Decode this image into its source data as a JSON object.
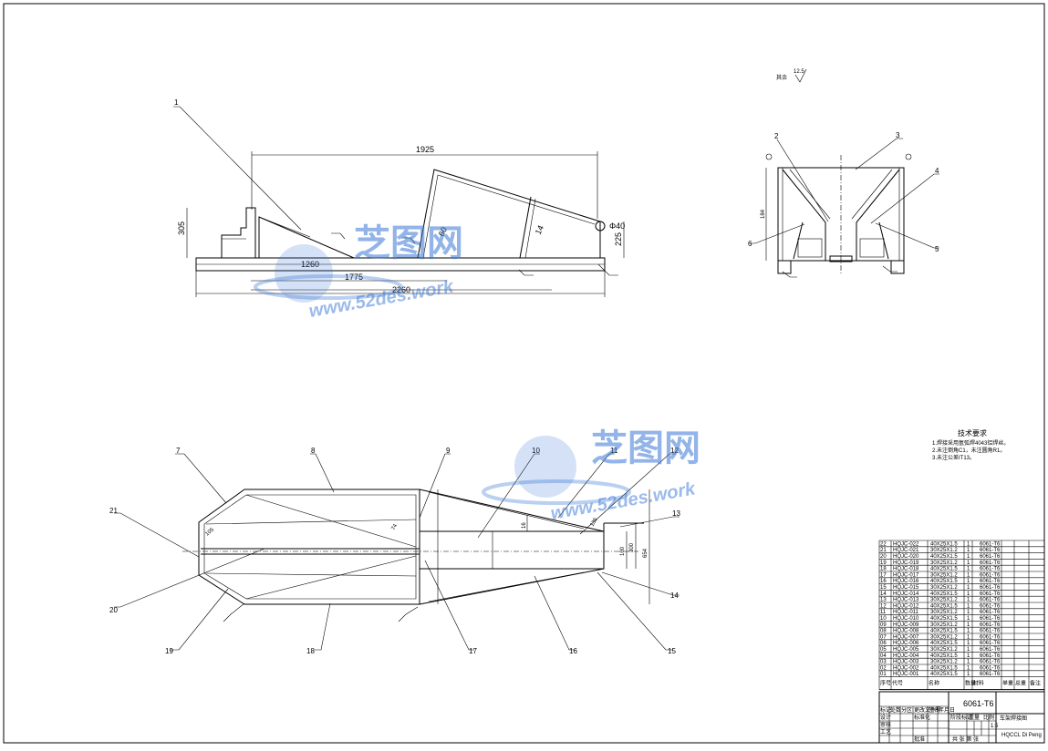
{
  "drawing": {
    "roughness_note": "其余",
    "roughness_value": "12.5",
    "side_view": {
      "dims": [
        "1925",
        "1260",
        "1775",
        "2260",
        "305",
        "225",
        "Φ40",
        "60",
        "14"
      ],
      "balloons": [
        "1"
      ]
    },
    "end_view": {
      "dims": [
        "184"
      ],
      "balloons": [
        "2",
        "3",
        "4",
        "5",
        "6"
      ]
    },
    "plan_view": {
      "dims": [
        "654",
        "300",
        "100",
        "16",
        "135",
        "74",
        "105"
      ],
      "balloons": [
        "7",
        "8",
        "9",
        "10",
        "11",
        "12",
        "13",
        "14",
        "15",
        "16",
        "17",
        "18",
        "19",
        "20",
        "21"
      ]
    },
    "tech_req": {
      "title": "技术要求",
      "lines": [
        "1.焊接采用氩弧焊4043铝焊丝。",
        "2.未注倒角C1，未注圆角R1。",
        "3.未注公差IT13。"
      ]
    }
  },
  "bom": {
    "rows": [
      {
        "no": "22",
        "code": "HQJC-022",
        "spec": "40X25X1.5",
        "qty": "1",
        "mat": "6061-T6"
      },
      {
        "no": "21",
        "code": "HQJC-021",
        "spec": "30X25X1.2",
        "qty": "1",
        "mat": "6061-T6"
      },
      {
        "no": "20",
        "code": "HQJC-020",
        "spec": "40X25X1.5",
        "qty": "1",
        "mat": "6061-T6"
      },
      {
        "no": "19",
        "code": "HQJC-019",
        "spec": "30X25X1.2",
        "qty": "1",
        "mat": "6061-T6"
      },
      {
        "no": "18",
        "code": "HQJC-018",
        "spec": "40X25X1.5",
        "qty": "1",
        "mat": "6061-T6"
      },
      {
        "no": "17",
        "code": "HQJC-017",
        "spec": "30X25X1.2",
        "qty": "1",
        "mat": "6061-T6"
      },
      {
        "no": "16",
        "code": "HQJC-016",
        "spec": "40X25X1.5",
        "qty": "1",
        "mat": "6061-T6"
      },
      {
        "no": "15",
        "code": "HQJC-015",
        "spec": "30X25X1.2",
        "qty": "1",
        "mat": "6061-T6"
      },
      {
        "no": "14",
        "code": "HQJC-014",
        "spec": "40X25X1.5",
        "qty": "1",
        "mat": "6061-T6"
      },
      {
        "no": "13",
        "code": "HQJC-013",
        "spec": "30X25X1.2",
        "qty": "1",
        "mat": "6061-T6"
      },
      {
        "no": "12",
        "code": "HQJC-012",
        "spec": "40X25X1.5",
        "qty": "1",
        "mat": "6061-T6"
      },
      {
        "no": "11",
        "code": "HQJC-011",
        "spec": "30X25X1.2",
        "qty": "1",
        "mat": "6061-T6"
      },
      {
        "no": "10",
        "code": "HQJC-010",
        "spec": "40X25X1.5",
        "qty": "1",
        "mat": "6061-T6"
      },
      {
        "no": "09",
        "code": "HQJC-009",
        "spec": "30X25X1.2",
        "qty": "1",
        "mat": "6061-T6"
      },
      {
        "no": "08",
        "code": "HQJC-008",
        "spec": "40X25X1.5",
        "qty": "1",
        "mat": "6061-T6"
      },
      {
        "no": "07",
        "code": "HQJC-007",
        "spec": "30X25X1.2",
        "qty": "1",
        "mat": "6061-T6"
      },
      {
        "no": "06",
        "code": "HQJC-006",
        "spec": "40X25X1.5",
        "qty": "1",
        "mat": "6061-T6"
      },
      {
        "no": "05",
        "code": "HQJC-005",
        "spec": "30X25X1.2",
        "qty": "1",
        "mat": "6061-T6"
      },
      {
        "no": "04",
        "code": "HQJC-004",
        "spec": "40X25X1.5",
        "qty": "1",
        "mat": "6061-T6"
      },
      {
        "no": "03",
        "code": "HQJC-003",
        "spec": "30X25X1.2",
        "qty": "1",
        "mat": "6061-T6"
      },
      {
        "no": "02",
        "code": "HQJC-002",
        "spec": "40X25X1.5",
        "qty": "1",
        "mat": "6061-T6"
      },
      {
        "no": "01",
        "code": "HQJC-001",
        "spec": "40X25X1.5",
        "qty": "1",
        "mat": "6061-T6"
      }
    ],
    "header": [
      "序号",
      "代号",
      "名称",
      "数量",
      "材料",
      "单重",
      "总重",
      "备注"
    ]
  },
  "title_block": {
    "material": "6061-T6",
    "drawing_name": "车架焊接图",
    "company": "HQCCL Di Peng",
    "labels": [
      "标记",
      "处数",
      "分区",
      "更改文件号",
      "签名",
      "年月日",
      "设计",
      "标准化",
      "阶段标记",
      "重量",
      "比例",
      "审核",
      "工艺",
      "批准",
      "共 张 第 张"
    ],
    "scale": "1:5"
  },
  "watermark": {
    "brand": "芝图网",
    "url": "www.52des.work"
  }
}
